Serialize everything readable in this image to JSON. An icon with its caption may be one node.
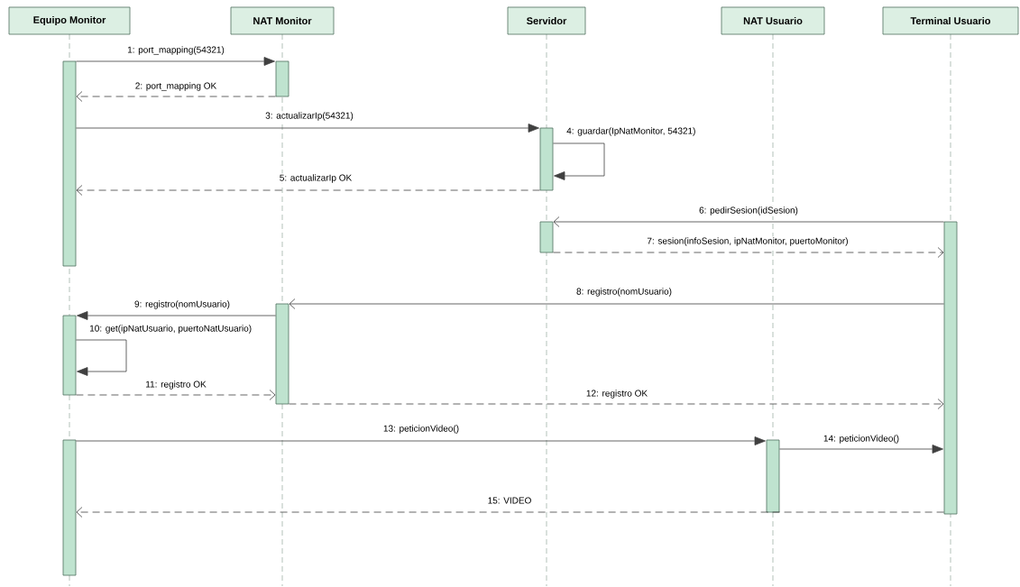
{
  "diagram": {
    "nodes": [
      {
        "text": [
          "Equipo Monitor"
        ]
      },
      {
        "text": [
          "NAT Monitor"
        ]
      },
      {
        "text": [
          "Servidor"
        ]
      },
      {
        "text": [
          "NAT Usuario"
        ]
      },
      {
        "text": [
          "Terminal Usuario"
        ]
      },
      {
        "text": [],
        "shape": "bar"
      },
      {
        "text": [],
        "shape": "bar"
      },
      {
        "text": [],
        "shape": "bar"
      },
      {
        "text": [],
        "shape": "bar"
      },
      {
        "text": [],
        "shape": "bar"
      },
      {
        "text": [],
        "shape": "bar"
      },
      {
        "text": [],
        "shape": "bar"
      },
      {
        "text": [],
        "shape": "bar"
      },
      {
        "text": [],
        "shape": "bar"
      }
    ],
    "edges": [
      {
        "from": 5,
        "to": 6,
        "arrow": "to",
        "label": "1: port_mapping(54321)"
      },
      {
        "from": 6,
        "to": 5,
        "arrow": "to",
        "label": "2: port_mapping OK",
        "style": "dashed"
      },
      {
        "from": 5,
        "to": 7,
        "arrow": "to",
        "label": "3: actualizarIp(54321)"
      },
      {
        "from": 7,
        "to": 7,
        "arrow": "to",
        "label": "4: guardar(IpNatMonitor, 54321)"
      },
      {
        "from": 7,
        "to": 5,
        "arrow": "to",
        "label": "5: actualizarIp OK",
        "style": "dashed"
      },
      {
        "from": 9,
        "to": 8,
        "arrow": "to",
        "label": "6: pedirSesion(idSesion)"
      },
      {
        "from": 8,
        "to": 9,
        "arrow": "to",
        "label": "7: sesion(infoSesion, ipNatMonitor, puertoMonitor)",
        "style": "dashed"
      },
      {
        "from": 9,
        "to": 10,
        "arrow": "to",
        "label": "8: registro(nomUsuario)"
      },
      {
        "from": 10,
        "to": 11,
        "arrow": "to",
        "label": "9: registro(nomUsuario)"
      },
      {
        "from": 11,
        "to": 11,
        "arrow": "to",
        "label": "10: get(ipNatUsuario, puertoNatUsuario)"
      },
      {
        "from": 11,
        "to": 10,
        "arrow": "to",
        "label": "11: registro OK",
        "style": "dashed"
      },
      {
        "from": 10,
        "to": 9,
        "arrow": "to",
        "label": "12: registro OK",
        "style": "dashed"
      },
      {
        "from": 12,
        "to": 13,
        "arrow": "to",
        "label": "13: peticionVideo()"
      },
      {
        "from": 13,
        "to": 9,
        "arrow": "to",
        "label": "14: peticionVideo()"
      },
      {
        "from": 9,
        "to": 12,
        "arrow": "to",
        "label": "15: VIDEO",
        "style": "dashed"
      }
    ]
  }
}
